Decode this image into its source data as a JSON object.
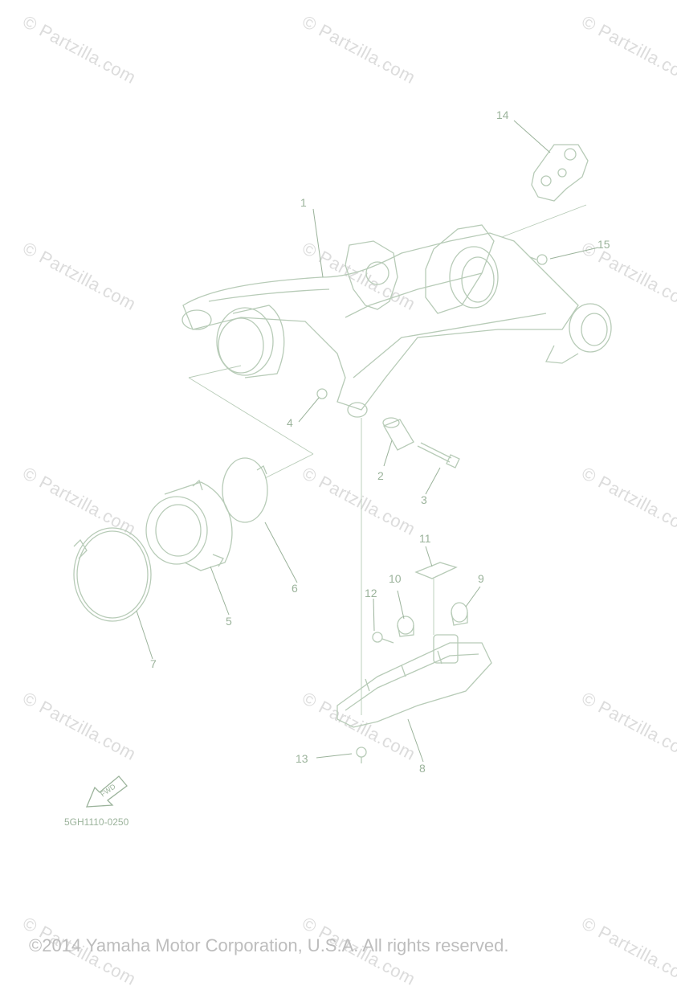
{
  "watermark": "© Partzilla.com",
  "diagram_code": "5GH1110-0250",
  "fwd_label": "FWD",
  "copyright": "©2014 Yamaha Motor Corporation, U.S.A. All rights reserved.",
  "callouts": [
    {
      "id": "c1",
      "label": "1"
    },
    {
      "id": "c2",
      "label": "2"
    },
    {
      "id": "c3",
      "label": "3"
    },
    {
      "id": "c4",
      "label": "4"
    },
    {
      "id": "c5",
      "label": "5"
    },
    {
      "id": "c6",
      "label": "6"
    },
    {
      "id": "c7",
      "label": "7"
    },
    {
      "id": "c8",
      "label": "8"
    },
    {
      "id": "c9",
      "label": "9"
    },
    {
      "id": "c10",
      "label": "10"
    },
    {
      "id": "c11",
      "label": "11"
    },
    {
      "id": "c12",
      "label": "12"
    },
    {
      "id": "c13",
      "label": "13"
    },
    {
      "id": "c14",
      "label": "14"
    },
    {
      "id": "c15",
      "label": "15"
    }
  ],
  "colors": {
    "line": "#9bb39b",
    "watermark": "#dcdcdc",
    "copyright": "#bdbdbd"
  }
}
